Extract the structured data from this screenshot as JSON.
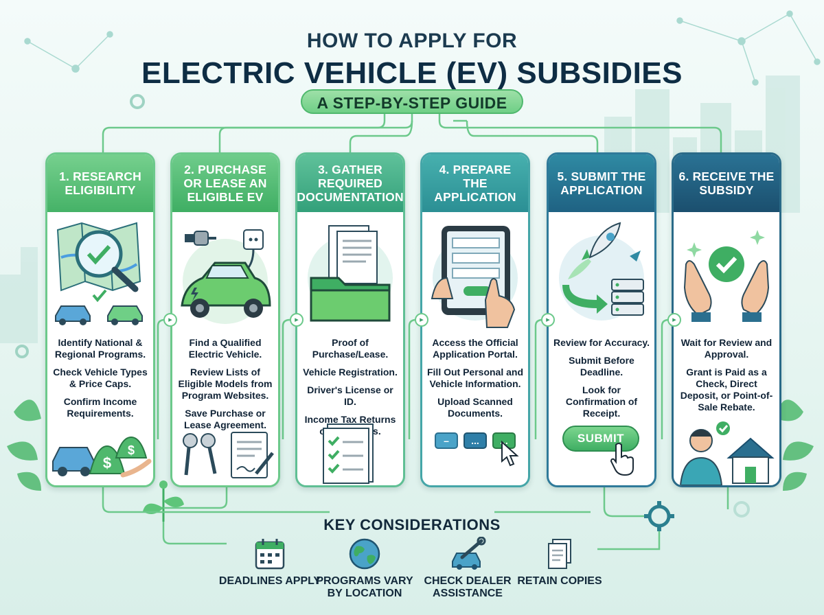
{
  "header": {
    "title_top": "HOW TO APPLY FOR",
    "title_main": "ELECTRIC VEHICLE (EV) SUBSIDIES",
    "subtitle": "A STEP-BY-STEP GUIDE"
  },
  "colors": {
    "green_dark": "#3fae63",
    "green_light": "#6fcf86",
    "teal": "#2b8f94",
    "navy": "#1f5470",
    "bg": "#e6f5f1"
  },
  "steps": [
    {
      "title": "1. RESEARCH ELIGIBILITY",
      "icon": "magnifier-map-icon",
      "items": [
        "Identify National & Regional Programs.",
        "Check Vehicle Types & Price Caps.",
        "Confirm Income Requirements."
      ]
    },
    {
      "title": "2. PURCHASE OR LEASE AN ELIGIBLE EV",
      "icon": "electric-car-icon",
      "items": [
        "Find a Qualified Electric Vehicle.",
        "Review Lists of Eligible Models from Program Websites.",
        "Save Purchase or Lease Agreement."
      ]
    },
    {
      "title": "3. GATHER REQUIRED DOCUMENTATION",
      "icon": "document-folder-icon",
      "items": [
        "Proof of Purchase/Lease.",
        "Vehicle Registration.",
        "Driver's License or ID.",
        "Income Tax Returns or Pay Stubs."
      ]
    },
    {
      "title": "4. PREPARE THE APPLICATION",
      "icon": "tablet-form-icon",
      "items": [
        "Access the Official Application Portal.",
        "Fill Out Personal and Vehicle Information.",
        "Upload Scanned Documents."
      ],
      "foot_buttons": [
        "–",
        "...",
        "..."
      ]
    },
    {
      "title": "5. SUBMIT THE APPLICATION",
      "icon": "rocket-server-icon",
      "items": [
        "Review for Accuracy.",
        "Submit Before Deadline.",
        "Look for Confirmation of Receipt."
      ],
      "button": "SUBMIT"
    },
    {
      "title": "6. RECEIVE THE SUBSIDY",
      "icon": "hands-check-icon",
      "items": [
        "Wait for Review and Approval.",
        "Grant is Paid as a Check, Direct Deposit, or Point-of-Sale Rebate."
      ]
    }
  ],
  "key_considerations": {
    "title": "KEY CONSIDERATIONS",
    "items": [
      {
        "label": "DEADLINES APPLY",
        "icon": "calendar-icon"
      },
      {
        "label": "PROGRAMS VARY BY LOCATION",
        "icon": "globe-icon"
      },
      {
        "label": "CHECK DEALER ASSISTANCE",
        "icon": "car-wrench-icon"
      },
      {
        "label": "RETAIN COPIES",
        "icon": "documents-icon"
      }
    ]
  }
}
